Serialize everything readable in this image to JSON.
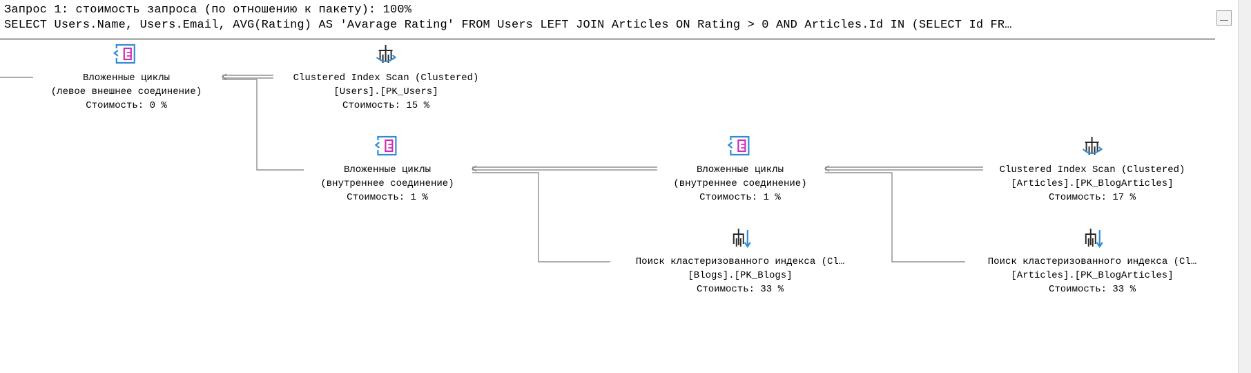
{
  "header": {
    "query_line": "Запрос 1: стоимость запроса (по отношению к пакету): 100%",
    "sql_line": "SELECT Users.Name, Users.Email, AVG(Rating) AS 'Avarage Rating' FROM Users LEFT JOIN Articles ON Rating > 0 AND Articles.Id IN (SELECT Id FR…"
  },
  "nodes": [
    {
      "id": "nested-loops-left-outer",
      "icon": "nested-loops-icon",
      "line1": "Вложенные циклы",
      "line2": "(левое внешнее соединение)",
      "cost": "Стоимость: 0 %"
    },
    {
      "id": "clustered-index-scan-users",
      "icon": "clustered-index-scan-icon",
      "line1": "Clustered Index Scan (Clustered)",
      "line2": "[Users].[PK_Users]",
      "cost": "Стоимость: 15 %"
    },
    {
      "id": "nested-loops-inner-1",
      "icon": "nested-loops-icon",
      "line1": "Вложенные циклы",
      "line2": "(внутреннее соединение)",
      "cost": "Стоимость: 1 %"
    },
    {
      "id": "nested-loops-inner-2",
      "icon": "nested-loops-icon",
      "line1": "Вложенные циклы",
      "line2": "(внутреннее соединение)",
      "cost": "Стоимость: 1 %"
    },
    {
      "id": "clustered-index-scan-articles",
      "icon": "clustered-index-scan-icon",
      "line1": "Clustered Index Scan (Clustered)",
      "line2": "[Articles].[PK_BlogArticles]",
      "cost": "Стоимость: 17 %"
    },
    {
      "id": "clustered-index-seek-blogs",
      "icon": "clustered-index-seek-icon",
      "line1": "Поиск кластеризованного индекса (Cl…",
      "line2": "[Blogs].[PK_Blogs]",
      "cost": "Стоимость: 33 %"
    },
    {
      "id": "clustered-index-seek-articles",
      "icon": "clustered-index-seek-icon",
      "line1": "Поиск кластеризованного индекса (Cl…",
      "line2": "[Articles].[PK_BlogArticles]",
      "cost": "Стоимость: 33 %"
    }
  ],
  "colors": {
    "loop_blue": "#2e8bd6",
    "loop_magenta": "#d02cb2",
    "scan_dark": "#2b2b2b",
    "connector": "#7a7a7a"
  }
}
